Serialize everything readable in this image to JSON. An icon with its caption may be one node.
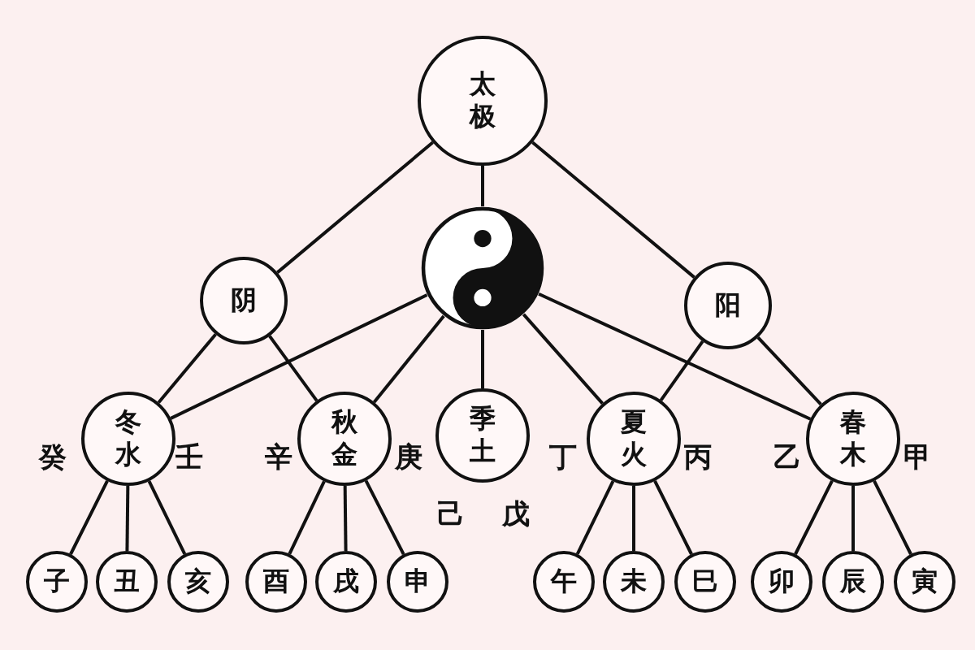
{
  "diagram": {
    "nodes": [
      {
        "text": [
          "太极"
        ]
      },
      {
        "text": [],
        "shape": "picture"
      },
      {
        "text": [
          "阴"
        ]
      },
      {
        "text": [
          "阳"
        ]
      },
      {
        "text": [
          "冬水"
        ],
        "beside": [
          "癸",
          "壬"
        ]
      },
      {
        "text": [
          "秋金"
        ],
        "beside": [
          "辛",
          "庚"
        ]
      },
      {
        "text": [
          "季土"
        ],
        "beside": [
          "己",
          "戊"
        ]
      },
      {
        "text": [
          "夏火"
        ],
        "beside": [
          "丁",
          "丙"
        ]
      },
      {
        "text": [
          "春木"
        ],
        "beside": [
          "乙",
          "甲"
        ]
      },
      {
        "text": [
          "子"
        ]
      },
      {
        "text": [
          "丑"
        ]
      },
      {
        "text": [
          "亥"
        ]
      },
      {
        "text": [
          "酉"
        ]
      },
      {
        "text": [
          "戌"
        ]
      },
      {
        "text": [
          "申"
        ]
      },
      {
        "text": [
          "午"
        ]
      },
      {
        "text": [
          "未"
        ]
      },
      {
        "text": [
          "巳"
        ]
      },
      {
        "text": [
          "卯"
        ]
      },
      {
        "text": [
          "辰"
        ]
      },
      {
        "text": [
          "寅"
        ]
      }
    ],
    "edges": [
      {
        "from": 0,
        "to": 2,
        "arrow": "none"
      },
      {
        "from": 0,
        "to": 1,
        "arrow": "none"
      },
      {
        "from": 0,
        "to": 3,
        "arrow": "none"
      },
      {
        "from": 2,
        "to": 4,
        "arrow": "none"
      },
      {
        "from": 2,
        "to": 5,
        "arrow": "none"
      },
      {
        "from": 1,
        "to": 4,
        "arrow": "none"
      },
      {
        "from": 1,
        "to": 5,
        "arrow": "none"
      },
      {
        "from": 1,
        "to": 6,
        "arrow": "none"
      },
      {
        "from": 1,
        "to": 7,
        "arrow": "none"
      },
      {
        "from": 1,
        "to": 8,
        "arrow": "none"
      },
      {
        "from": 3,
        "to": 7,
        "arrow": "none"
      },
      {
        "from": 3,
        "to": 8,
        "arrow": "none"
      },
      {
        "from": 4,
        "to": 9,
        "arrow": "none"
      },
      {
        "from": 4,
        "to": 10,
        "arrow": "none"
      },
      {
        "from": 4,
        "to": 11,
        "arrow": "none"
      },
      {
        "from": 5,
        "to": 12,
        "arrow": "none"
      },
      {
        "from": 5,
        "to": 13,
        "arrow": "none"
      },
      {
        "from": 5,
        "to": 14,
        "arrow": "none"
      },
      {
        "from": 7,
        "to": 15,
        "arrow": "none"
      },
      {
        "from": 7,
        "to": 16,
        "arrow": "none"
      },
      {
        "from": 7,
        "to": 17,
        "arrow": "none"
      },
      {
        "from": 8,
        "to": 18,
        "arrow": "none"
      },
      {
        "from": 8,
        "to": 19,
        "arrow": "none"
      },
      {
        "from": 8,
        "to": 20,
        "arrow": "none"
      }
    ]
  }
}
